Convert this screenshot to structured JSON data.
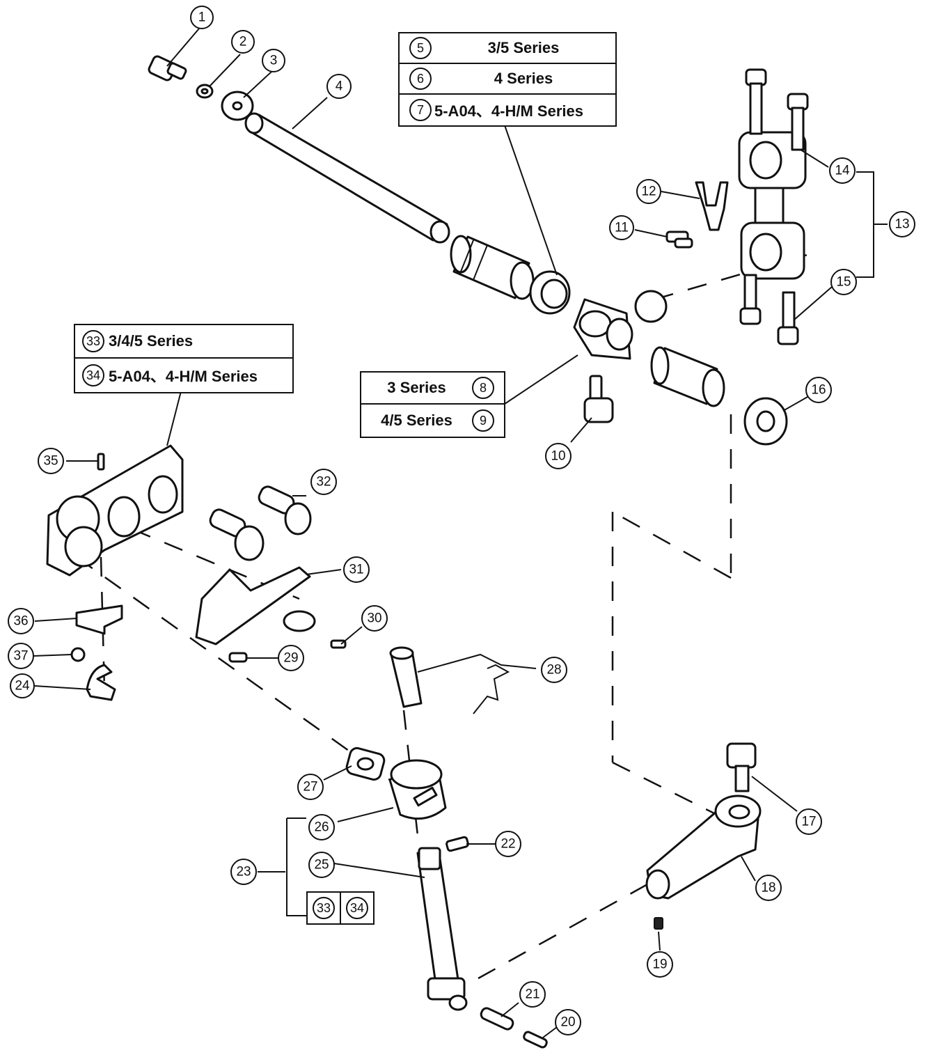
{
  "tables": {
    "series_5_6_7": [
      {
        "num": "5",
        "label": "3/5 Series"
      },
      {
        "num": "6",
        "label": "4 Series"
      },
      {
        "num": "7",
        "label": "5-A04、4-H/M Series"
      }
    ],
    "series_8_9": [
      {
        "num": "8",
        "label": "3 Series"
      },
      {
        "num": "9",
        "label": "4/5 Series"
      }
    ],
    "series_33_34": [
      {
        "num": "33",
        "label": "3/4/5 Series"
      },
      {
        "num": "34",
        "label": "5-A04、4-H/M Series"
      }
    ]
  },
  "group_23_box": [
    "33",
    "34"
  ],
  "callouts": [
    "1",
    "2",
    "3",
    "4",
    "10",
    "11",
    "12",
    "13",
    "14",
    "15",
    "16",
    "17",
    "18",
    "19",
    "20",
    "21",
    "22",
    "23",
    "24",
    "25",
    "26",
    "27",
    "28",
    "29",
    "30",
    "31",
    "32",
    "35",
    "36",
    "37"
  ]
}
